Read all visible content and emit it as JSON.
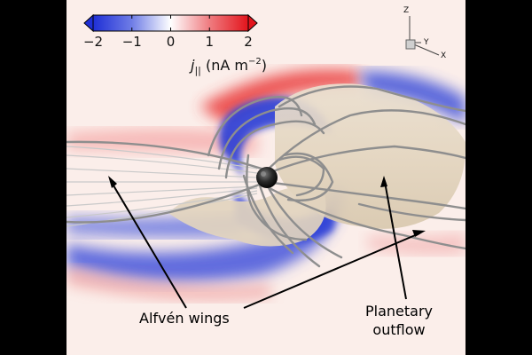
{
  "colorbar": {
    "tick_labels": [
      "−2",
      "−1",
      "0",
      "1",
      "2"
    ],
    "title_symbol": "j",
    "title_subscript": "||",
    "title_unit": "(nA m",
    "title_exponent": "−2",
    "title_close": ")",
    "colors": {
      "negative": "#1f2fd6",
      "zero": "#ffffff",
      "positive": "#e3141c"
    }
  },
  "annotations": {
    "alfven": "Alfvén wings",
    "planetary_line1": "Planetary",
    "planetary_line2": "outflow"
  },
  "axes_triad": {
    "z": "Z",
    "y": "Y",
    "x": "X"
  }
}
